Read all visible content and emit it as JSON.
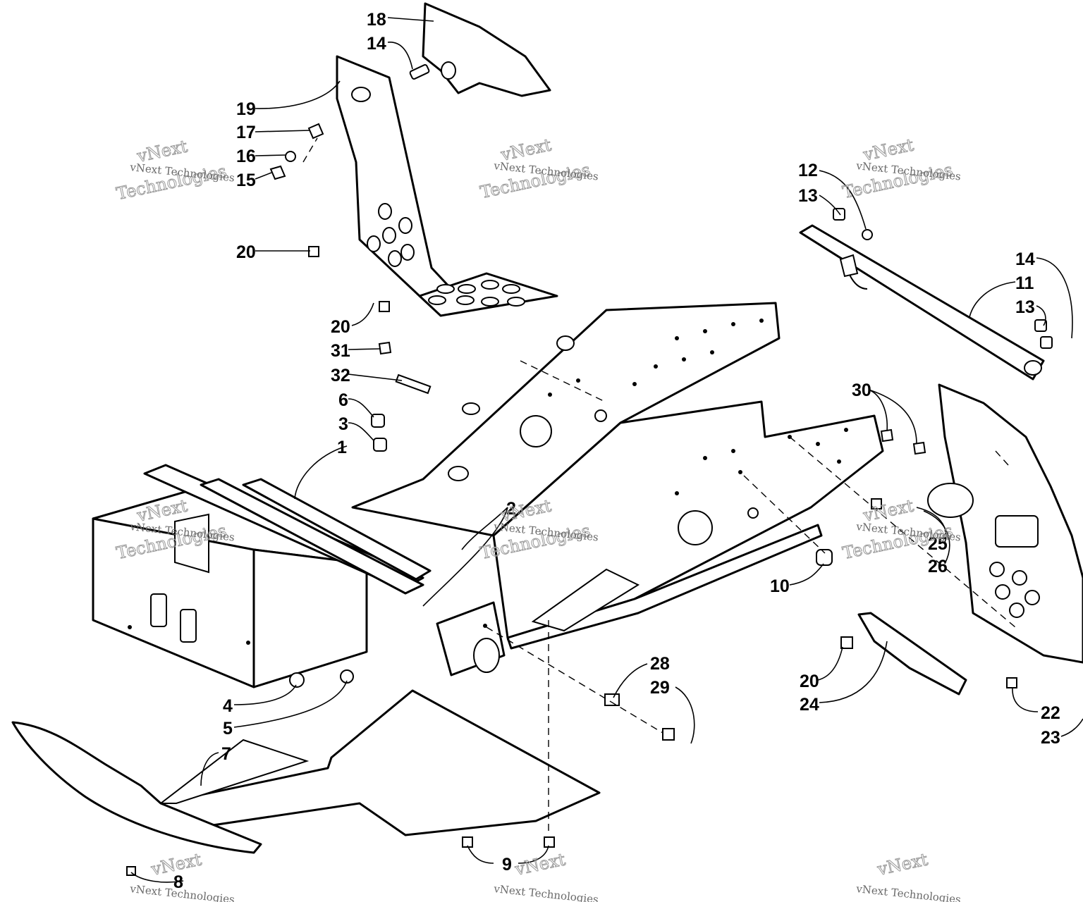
{
  "callouts": [
    {
      "id": "18",
      "text": "18"
    },
    {
      "id": "14a",
      "text": "14"
    },
    {
      "id": "19",
      "text": "19"
    },
    {
      "id": "17",
      "text": "17"
    },
    {
      "id": "16",
      "text": "16"
    },
    {
      "id": "15",
      "text": "15"
    },
    {
      "id": "20a",
      "text": "20"
    },
    {
      "id": "20b",
      "text": "20"
    },
    {
      "id": "31",
      "text": "31"
    },
    {
      "id": "32",
      "text": "32"
    },
    {
      "id": "6",
      "text": "6"
    },
    {
      "id": "3",
      "text": "3"
    },
    {
      "id": "1",
      "text": "1"
    },
    {
      "id": "2",
      "text": "2"
    },
    {
      "id": "4",
      "text": "4"
    },
    {
      "id": "5",
      "text": "5"
    },
    {
      "id": "7",
      "text": "7"
    },
    {
      "id": "8",
      "text": "8"
    },
    {
      "id": "9",
      "text": "9"
    },
    {
      "id": "10",
      "text": "10"
    },
    {
      "id": "28",
      "text": "28"
    },
    {
      "id": "29",
      "text": "29"
    },
    {
      "id": "12",
      "text": "12"
    },
    {
      "id": "13a",
      "text": "13"
    },
    {
      "id": "14b",
      "text": "14"
    },
    {
      "id": "11",
      "text": "11"
    },
    {
      "id": "13b",
      "text": "13"
    },
    {
      "id": "30",
      "text": "30"
    },
    {
      "id": "25",
      "text": "25"
    },
    {
      "id": "26",
      "text": "26"
    },
    {
      "id": "20c",
      "text": "20"
    },
    {
      "id": "24",
      "text": "24"
    },
    {
      "id": "22",
      "text": "22"
    },
    {
      "id": "23",
      "text": "23"
    }
  ],
  "watermark": {
    "big_line_1": "vNext",
    "big_line_2": "Technologies",
    "small": "vNext Technologies"
  }
}
